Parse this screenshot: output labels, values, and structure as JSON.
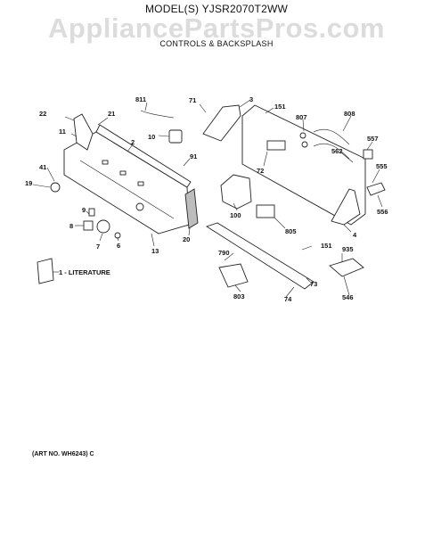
{
  "header": {
    "model": "MODEL(S) YJSR2070T2WW",
    "watermark": "AppliancePartsPros.com",
    "section": "CONTROLS & BACKSPLASH"
  },
  "art_number": "(ART NO. WH6243) C",
  "callouts": {
    "c1": "1 - LITERATURE",
    "c2": "2",
    "c3": "3",
    "c4": "4",
    "c6": "6",
    "c7": "7",
    "c8": "8",
    "c9": "9",
    "c10": "10",
    "c11": "11",
    "c13": "13",
    "c19": "19",
    "c20": "20",
    "c21": "21",
    "c22": "22",
    "c41": "41",
    "c71": "71",
    "c72": "72",
    "c73": "73",
    "c74": "74",
    "c91": "91",
    "c100": "100",
    "c151a": "151",
    "c151b": "151",
    "c546": "546",
    "c555": "555",
    "c556": "556",
    "c557": "557",
    "c562": "562",
    "c790": "790",
    "c803": "803",
    "c805": "805",
    "c807": "807",
    "c808": "808",
    "c811": "811",
    "c935": "935"
  }
}
